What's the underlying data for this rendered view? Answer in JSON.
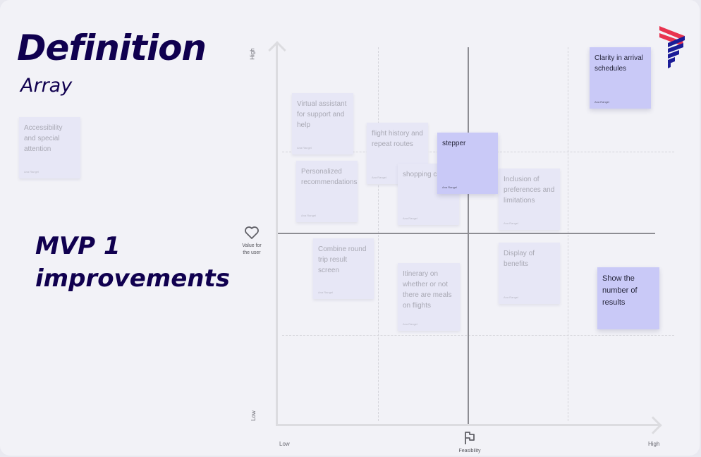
{
  "header": {
    "title": "Definition",
    "subtitle": "Array",
    "section_title_line1": "MVP 1",
    "section_title_line2": "improvements"
  },
  "logo": {
    "name": "brand-logo",
    "colors": {
      "red": "#e8334f",
      "navy": "#1b1c97"
    }
  },
  "axes": {
    "y_axis": {
      "label_line1": "Value for",
      "label_line2": "the user",
      "high": "High",
      "low": "Low",
      "icon": "heart-icon"
    },
    "x_axis": {
      "label": "Feasibility",
      "low": "Low",
      "high": "High",
      "icon": "flag-icon"
    }
  },
  "colors": {
    "board_bg": "#f2f2f7",
    "note_faded": "#e7e7f6",
    "note_active": "#c9c9f7",
    "title": "#10004f",
    "axis": "#dcdce0",
    "quadrant_line": "#8d8d93"
  },
  "parking_notes": [
    {
      "text": "Accessibility and special attention",
      "author": "Ana Rangel",
      "state": "faded"
    }
  ],
  "notes": [
    {
      "text": "Virtual assistant for support and help",
      "author": "Ana Rangel",
      "state": "faded"
    },
    {
      "text": "flight history and repeat routes",
      "author": "Ana Rangel",
      "state": "faded"
    },
    {
      "text": "Personalized recommendations",
      "author": "Ana Rangel",
      "state": "faded"
    },
    {
      "text": "shopping ca",
      "author": "Ana Rangel",
      "state": "faded"
    },
    {
      "text": "stepper",
      "author": "Ana Rangel",
      "state": "active"
    },
    {
      "text": "Inclusion of preferences and limitations",
      "author": "Ana Rangel",
      "state": "faded"
    },
    {
      "text": "Clarity in arrival schedules",
      "author": "Ana Rangel",
      "state": "active"
    },
    {
      "text": "Combine round trip result screen",
      "author": "Ana Rangel",
      "state": "faded"
    },
    {
      "text": "Itinerary on whether or not there are meals on flights",
      "author": "Ana Rangel",
      "state": "faded"
    },
    {
      "text": "Display of benefits",
      "author": "Ana Rangel",
      "state": "faded"
    },
    {
      "text": "Show the number of results",
      "author": "",
      "state": "active"
    }
  ]
}
